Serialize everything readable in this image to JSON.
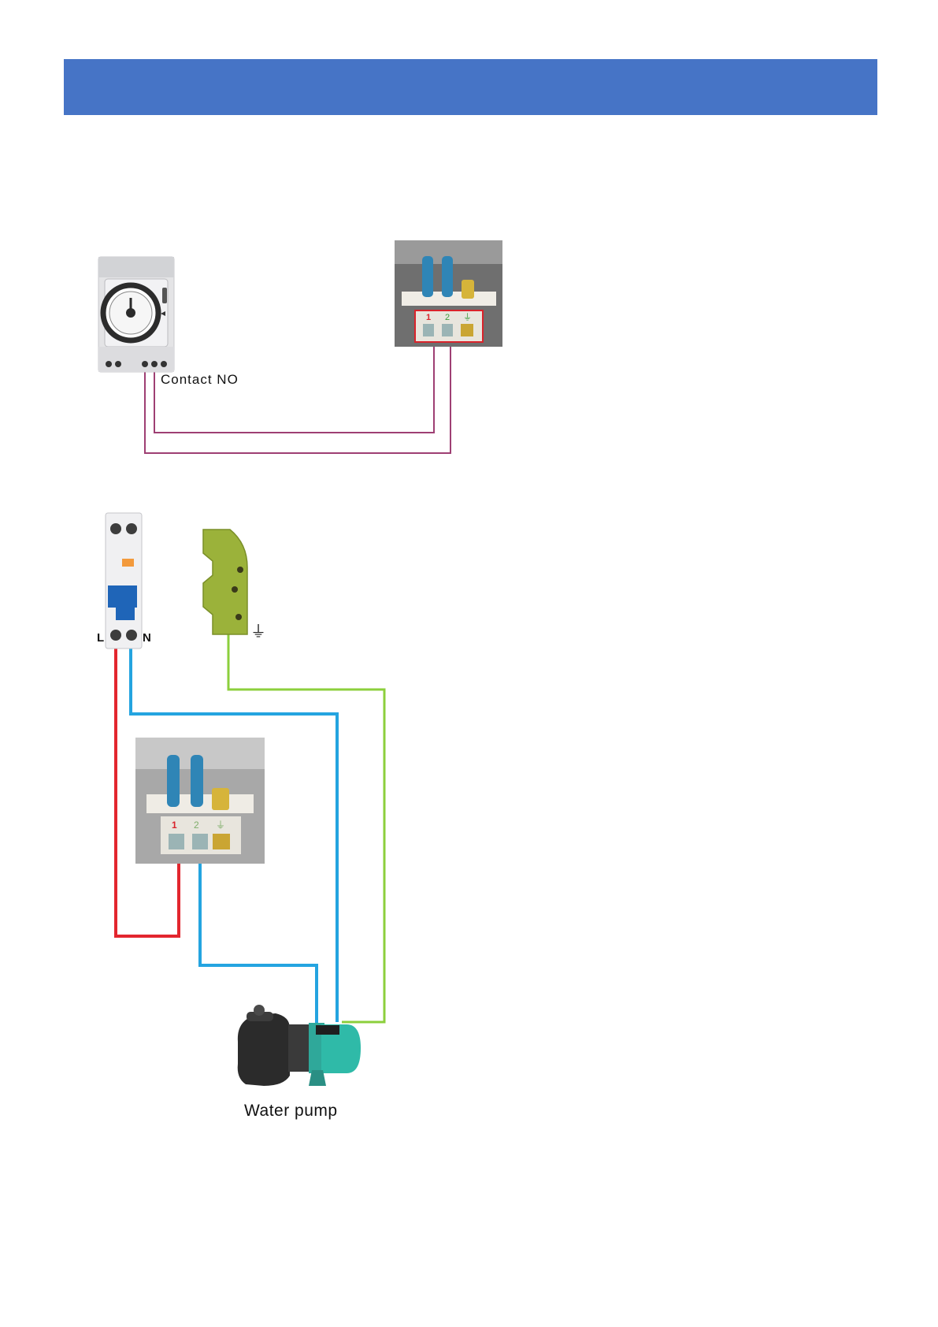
{
  "header": {
    "color": "#4674c6"
  },
  "timer": {
    "icon": "din-rail-mechanical-timer-icon"
  },
  "terminal_block": {
    "icon": "terminal-block-photo-icon",
    "terminals": [
      "1",
      "2",
      "⏚"
    ]
  },
  "breaker": {
    "icon": "din-rail-circuit-breaker-icon",
    "live_label": "L",
    "neutral_label": "N"
  },
  "earth_bar": {
    "icon": "earth-terminal-bar-icon",
    "symbol": "⏚"
  },
  "pump": {
    "icon": "water-pump-icon",
    "label": "Water pump"
  },
  "labels": {
    "contact": "Contact NO"
  },
  "wire_colors": {
    "control": "#9e3f73",
    "live": "#e3262e",
    "neutral": "#24a4e0",
    "earth": "#8ccf3c"
  }
}
